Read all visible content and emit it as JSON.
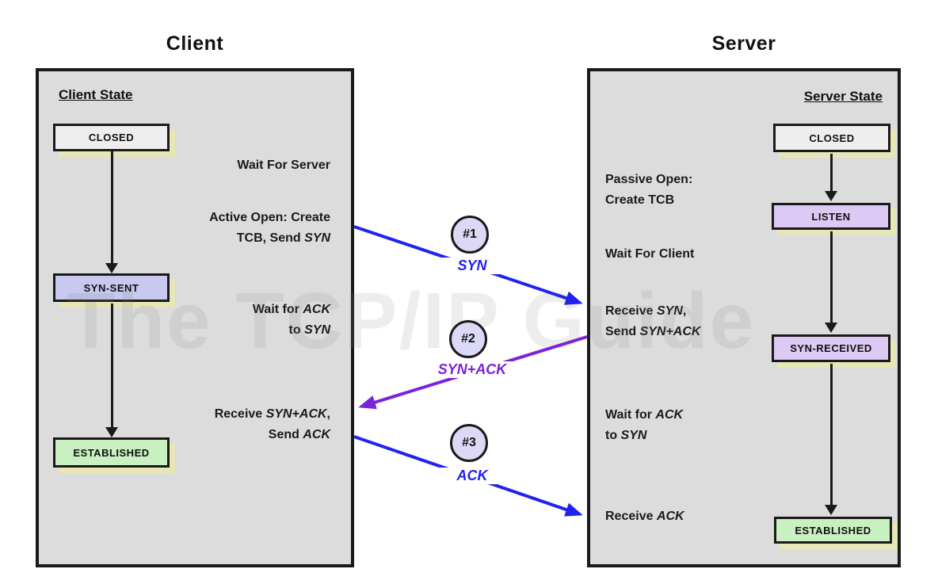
{
  "watermark": "The TCP/IP Guide",
  "colors": {
    "arrow_blue": "#2222ee",
    "arrow_purple": "#7b22dd",
    "panel_fill": "#dcdcdc",
    "closed_fill": "#eeeeee",
    "syn_sent_fill": "#c8c8f0",
    "listen_fill": "#dcc9f4",
    "syn_received_fill": "#dcc9f4",
    "established_fill": "#c9f0c0",
    "box_shadow": "#e6e6b6"
  },
  "client": {
    "title": "Client",
    "state_header": "Client State",
    "states": {
      "closed": "CLOSED",
      "syn_sent": "SYN-SENT",
      "established": "ESTABLISHED"
    },
    "annotations": {
      "wait_server": "Wait For Server",
      "active_open_line1": "Active Open: Create",
      "active_open_line2": "TCB, Send *SYN*",
      "wait_ack_line1": "Wait for *ACK*",
      "wait_ack_line2": "to *SYN*",
      "receive_synack_line1": "Receive *SYN+ACK*,",
      "receive_synack_line2": "Send *ACK*"
    }
  },
  "server": {
    "title": "Server",
    "state_header": "Server State",
    "states": {
      "closed": "CLOSED",
      "listen": "LISTEN",
      "syn_received": "SYN-RECEIVED",
      "established": "ESTABLISHED"
    },
    "annotations": {
      "passive_open_line1": "Passive Open:",
      "passive_open_line2": "Create TCB",
      "wait_client": "Wait For Client",
      "receive_syn_line1": "Receive *SYN*,",
      "receive_syn_line2": "Send *SYN+ACK*",
      "wait_ack_line1": "Wait for *ACK*",
      "wait_ack_line2": "to *SYN*",
      "receive_ack": "Receive *ACK*"
    }
  },
  "messages": {
    "msg1": {
      "number": "#1",
      "label": "SYN"
    },
    "msg2": {
      "number": "#2",
      "label": "SYN+ACK"
    },
    "msg3": {
      "number": "#3",
      "label": "ACK"
    }
  }
}
